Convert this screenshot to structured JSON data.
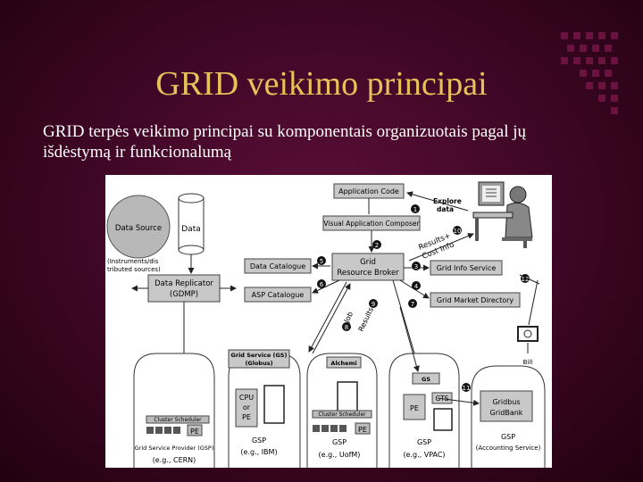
{
  "slide": {
    "title": "GRID veikimo principai",
    "subtitle": "GRID terpės veikimo principai su komponentais organizuotais pagal jų išdėstymą ir funkcionalumą"
  },
  "diagram": {
    "application_code": "Application Code",
    "explore_data": [
      "Explore",
      "data"
    ],
    "visual_composer": "Visual Application Composer",
    "data_source": "Data Source",
    "data": "Data",
    "instruments": [
      "(Instruments/dis",
      "tributed sources)"
    ],
    "data_catalogue": "Data Catalogue",
    "asp_catalogue": "ASP Catalogue",
    "grid_broker": [
      "Grid",
      "Resource Broker"
    ],
    "grid_info": "Grid Info Service",
    "grid_market": "Grid Market Directory",
    "data_replicator": [
      "Data Replicator",
      "(GDMP)"
    ],
    "results_cost": [
      "Results+",
      "Cost Info"
    ],
    "job_results": [
      "Job",
      "Results"
    ],
    "grid_service": [
      "Grid Service (GS)",
      "(Globus)"
    ],
    "alchemi": "Alchemi",
    "gs": "GS",
    "cpu_pe": [
      "CPU",
      "or",
      "PE"
    ],
    "pe": "PE",
    "gts": "GTS",
    "cluster_scheduler": "Cluster Scheduler",
    "gridbus": [
      "Gridbus",
      "GridBank"
    ],
    "bill": "Bill",
    "gsp_provider": "Grid Service Provider (GSP)",
    "gsp": "GSP",
    "e_cern": "(e.g., CERN)",
    "e_ibm": "(e.g., IBM)",
    "e_uofm": "(e.g., UofM)",
    "e_vpac": "(e.g., VPAC)",
    "accounting": "(Accounting Service)",
    "steps": [
      "1",
      "2",
      "3",
      "4",
      "5",
      "6",
      "7",
      "8",
      "9",
      "10",
      "11",
      "12"
    ]
  }
}
